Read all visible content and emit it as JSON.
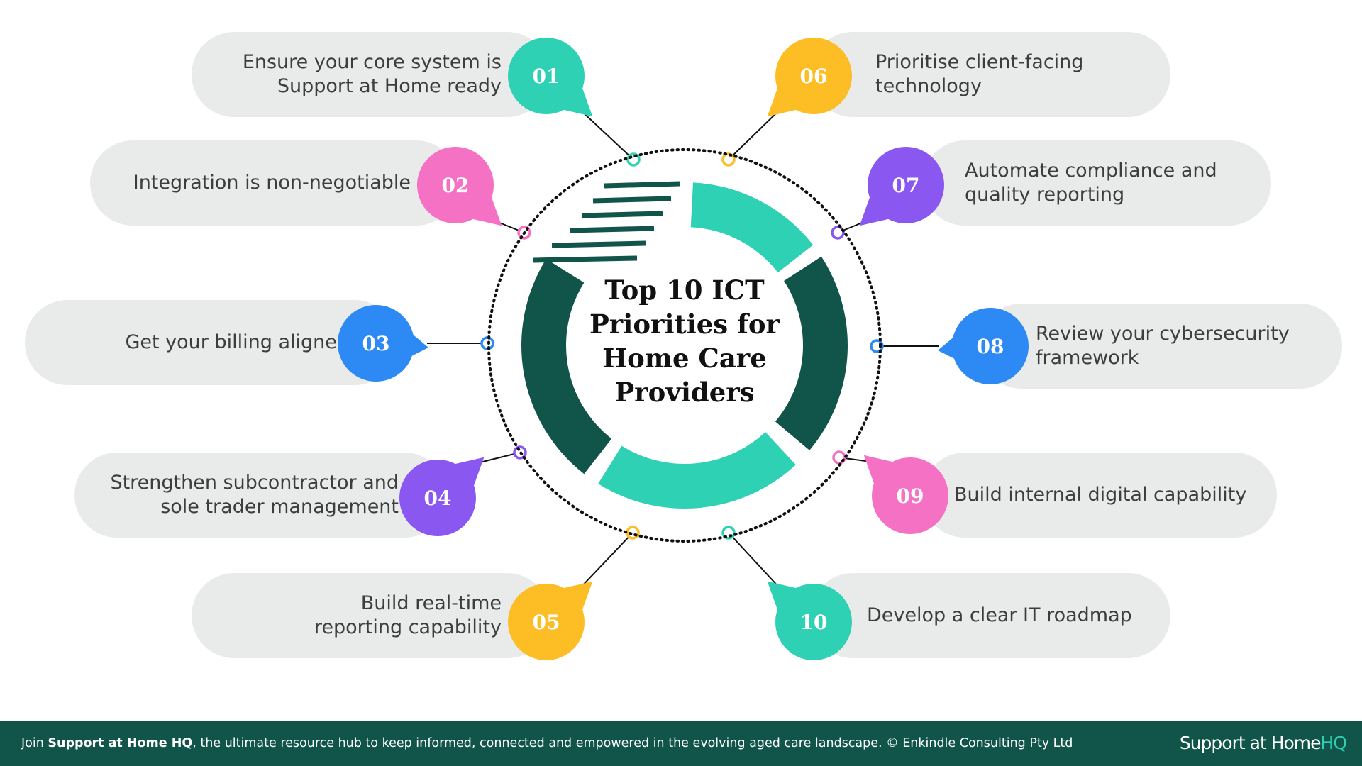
{
  "title": "Top 10 ICT\nPriorities for\nHome Care\nProviders",
  "colors": {
    "teal": "#2ed1b4",
    "pink": "#f571c4",
    "blue": "#2d8af5",
    "purple": "#8a58f0",
    "yellow": "#fdbd25",
    "dark_green": "#10544a",
    "pill_bg": "#e9ebeb"
  },
  "priorities": [
    {
      "num": "01",
      "text": "Ensure your core system is\nSupport at Home ready",
      "color": "#2ed1b4"
    },
    {
      "num": "02",
      "text": "Integration is non-negotiable",
      "color": "#f571c4"
    },
    {
      "num": "03",
      "text": "Get your billing aligned",
      "color": "#2d8af5"
    },
    {
      "num": "04",
      "text": "Strengthen subcontractor and\nsole trader management",
      "color": "#8a58f0"
    },
    {
      "num": "05",
      "text": "Build real-time\nreporting capability",
      "color": "#fdbd25"
    },
    {
      "num": "06",
      "text": "Prioritise client-facing\ntechnology",
      "color": "#fdbd25"
    },
    {
      "num": "07",
      "text": "Automate compliance and\nquality reporting",
      "color": "#8a58f0"
    },
    {
      "num": "08",
      "text": "Review your cybersecurity\nframework",
      "color": "#2d8af5"
    },
    {
      "num": "09",
      "text": "Build internal digital capability",
      "color": "#f571c4"
    },
    {
      "num": "10",
      "text": "Develop a clear IT roadmap",
      "color": "#2ed1b4"
    }
  ],
  "footer": {
    "prefix": "Join ",
    "link": "Support at Home HQ",
    "suffix": ", the ultimate resource hub to keep informed, connected and empowered in the evolving aged care landscape.  © Enkindle Consulting Pty Ltd",
    "logo_main": "Support at Home",
    "logo_accent": "HQ"
  }
}
